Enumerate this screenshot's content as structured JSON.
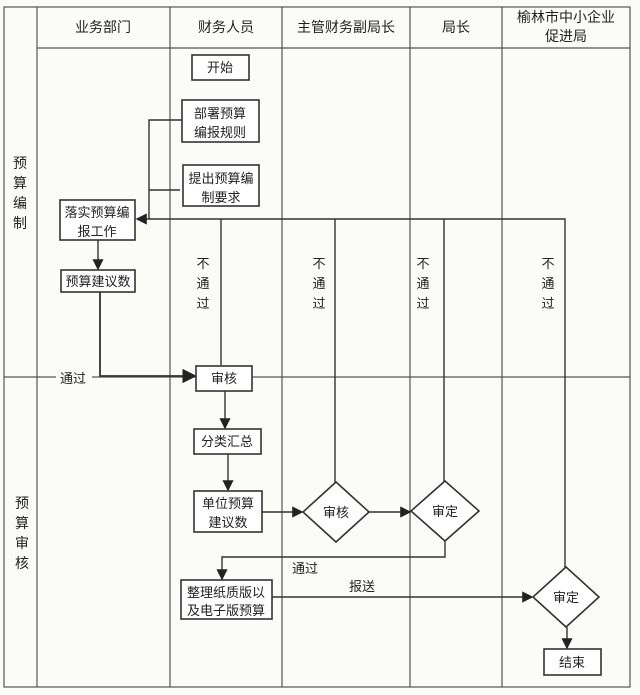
{
  "lanes": {
    "business_dept": "业务部门",
    "finance_staff": "财务人员",
    "deputy_director": "主管财务副局长",
    "director": "局长",
    "bureau_line1": "榆林市中小企业",
    "bureau_line2": "促进局"
  },
  "phases": {
    "compile": [
      "预",
      "算",
      "编",
      "制"
    ],
    "review": [
      "预",
      "算",
      "审",
      "核"
    ]
  },
  "nodes": {
    "start": "开始",
    "deploy_line1": "部署预算",
    "deploy_line2": "编报规则",
    "request_line1": "提出预算编",
    "request_line2": "制要求",
    "implement_line1": "落实预算编",
    "implement_line2": "报工作",
    "proposal": "预算建议数",
    "audit_box": "审核",
    "classify": "分类汇总",
    "unit_line1": "单位预算",
    "unit_line2": "建议数",
    "audit_diamond": "审核",
    "approve_diamond": "审定",
    "organize_line1": "整理纸质版以",
    "organize_line2": "及电子版预算",
    "final_approve": "审定",
    "end": "结束"
  },
  "edge_labels": {
    "reject": [
      "不",
      "通",
      "过"
    ],
    "pass1": "通过",
    "pass2": "通过",
    "submit": "报送"
  }
}
